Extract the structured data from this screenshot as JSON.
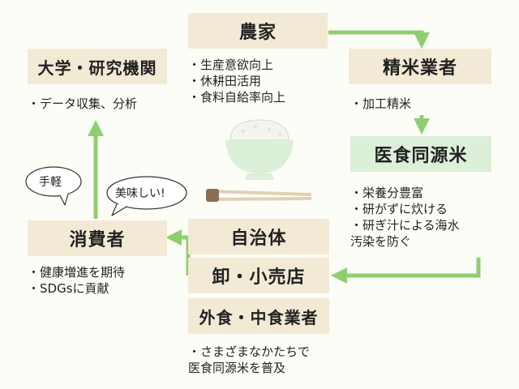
{
  "nodes": {
    "farmer": {
      "label": "農家",
      "notes": [
        "・生産意欲向上",
        "・休耕田活用",
        "・食料自給率向上"
      ]
    },
    "rice_polisher": {
      "label": "精米業者",
      "notes": [
        "・加工精米"
      ]
    },
    "ishoku_rice": {
      "label": "医食同源米",
      "notes": [
        "・栄養分豊富",
        "・研がずに炊ける",
        "・研ぎ汁による海水",
        "汚染を防ぐ"
      ]
    },
    "university": {
      "label": "大学・研究機関",
      "notes": [
        "・データ収集、分析"
      ]
    },
    "consumer": {
      "label": "消費者",
      "notes": [
        "・健康増進を期待",
        "・SDGsに貢献"
      ]
    },
    "municipality": {
      "label": "自治体"
    },
    "wholesale": {
      "label": "卸・小売店"
    },
    "food_service": {
      "label": "外食・中食業者",
      "notes": [
        "・さまざまなかたちで",
        "医食同源米を普及"
      ]
    }
  },
  "bubbles": {
    "left": "手軽",
    "right": "美味しい!"
  },
  "colors": {
    "box_tan": "#f3ead6",
    "box_green": "#dcefd8",
    "arrow": "#8fce6f"
  },
  "icons": {
    "illustration": "rice-bowl-with-chopsticks"
  }
}
